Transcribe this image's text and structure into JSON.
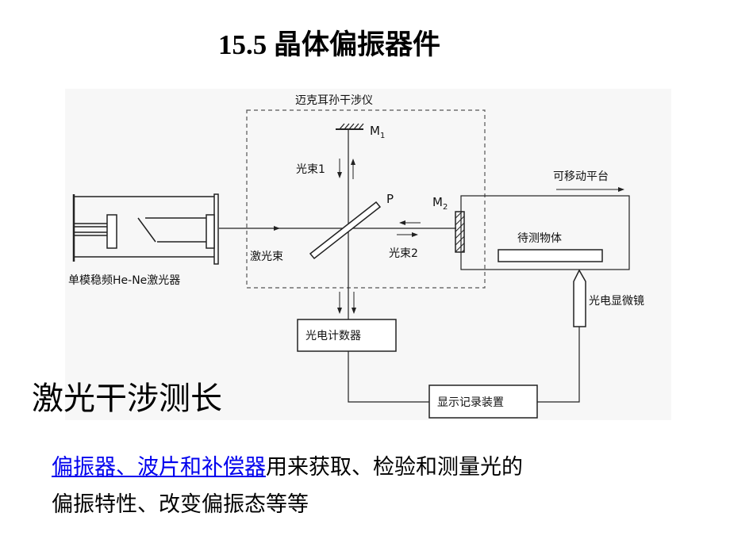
{
  "slide": {
    "title": "15.5 晶体偏振器件",
    "subtitle": "激光干涉测长",
    "paragraph": {
      "link_text": "偏振器、波片和补偿器",
      "text_line1": "用来获取、检验和测量光的",
      "text_line2": "偏振特性、改变偏振态等等"
    }
  },
  "diagram": {
    "interferometer_label": "迈克耳孙干涉仪",
    "mirror1_label": "M",
    "mirror1_sub": "1",
    "mirror2_label": "M",
    "mirror2_sub": "2",
    "beam1_label": "光束1",
    "beam2_label": "光束2",
    "splitter_label": "P",
    "laser_beam_label": "激光束",
    "laser_label": "单模稳频He-Ne激光器",
    "platform_label": "可移动平台",
    "object_label": "待测物体",
    "microscope_label": "光电显微镜",
    "counter_label": "光电计数器",
    "display_label": "显示记录装置"
  }
}
